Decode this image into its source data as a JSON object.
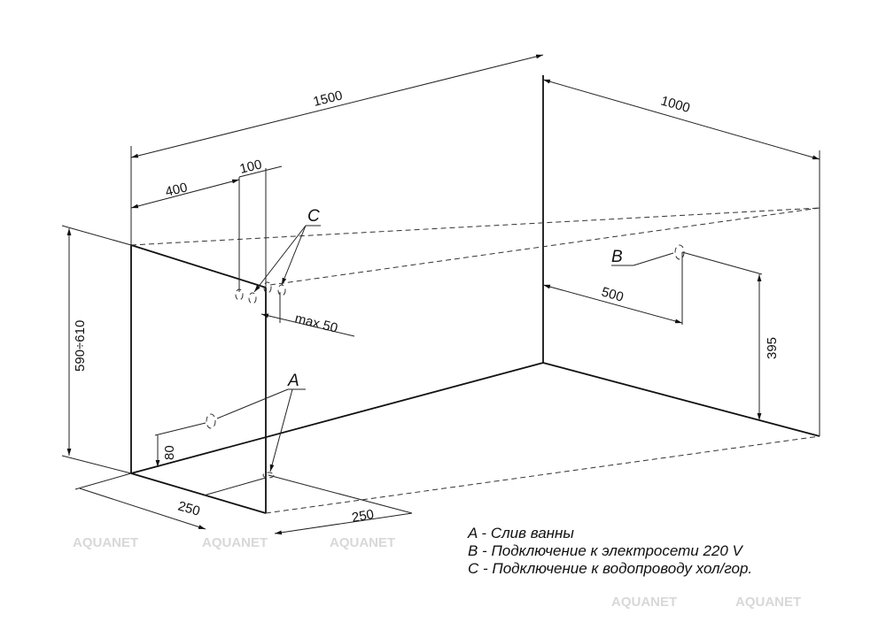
{
  "dimensions": {
    "length": "1500",
    "width": "1000",
    "offset_c": "400",
    "spacing_c": "100",
    "max_c": "max 50",
    "height": "590÷610",
    "offset_b": "500",
    "height_b": "395",
    "height_a": "80",
    "drain_x": "250",
    "drain_y": "250"
  },
  "markers": {
    "a": "A",
    "b": "B",
    "c": "C"
  },
  "legend": [
    "A - Слив ванны",
    "B - Подключение к электросети 220 V",
    "C - Подключение к водопроводу хол/гор."
  ],
  "watermark": "AQUANET"
}
